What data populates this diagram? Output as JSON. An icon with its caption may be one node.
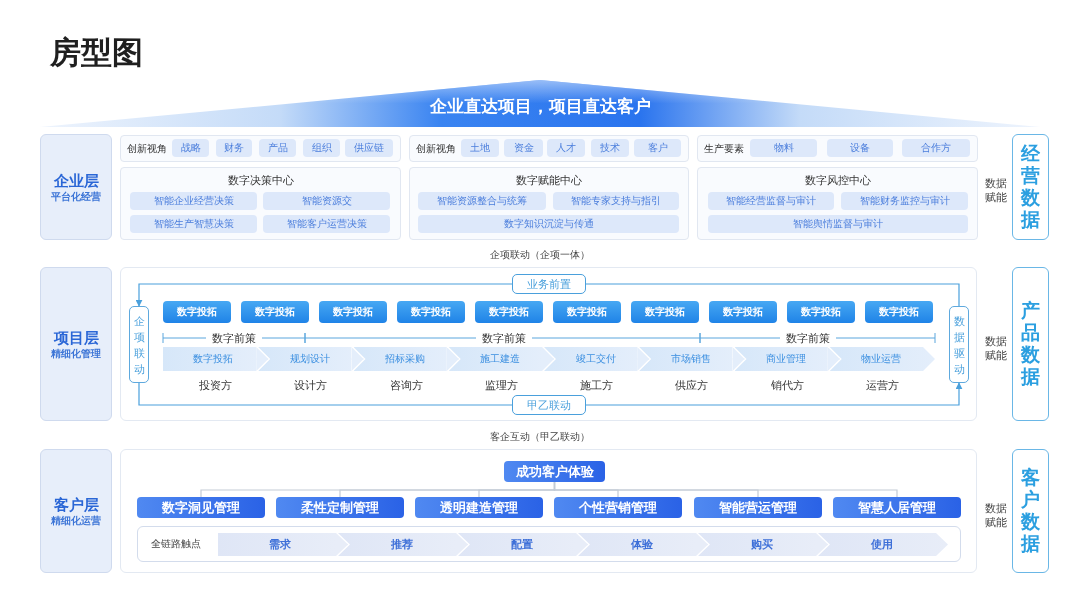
{
  "diagram": {
    "title": "房型图",
    "nodes": [
      {
        "text": [
          "企业直达项目，项目直达客户"
        ]
      },
      {
        "text": [
          "企业层",
          "平台化经营"
        ]
      },
      {
        "text": [
          "创新视角"
        ]
      },
      {
        "text": [
          "战略"
        ],
        "in": 2
      },
      {
        "text": [
          "财务"
        ],
        "in": 2
      },
      {
        "text": [
          "产品"
        ],
        "in": 2
      },
      {
        "text": [
          "组织"
        ],
        "in": 2
      },
      {
        "text": [
          "供应链"
        ],
        "in": 2
      },
      {
        "text": [
          "创新视角"
        ]
      },
      {
        "text": [
          "土地"
        ],
        "in": 8
      },
      {
        "text": [
          "资金"
        ],
        "in": 8
      },
      {
        "text": [
          "人才"
        ],
        "in": 8
      },
      {
        "text": [
          "技术"
        ],
        "in": 8
      },
      {
        "text": [
          "客户"
        ],
        "in": 8
      },
      {
        "text": [
          "生产要素"
        ]
      },
      {
        "text": [
          "物料"
        ],
        "in": 14
      },
      {
        "text": [
          "设备"
        ],
        "in": 14
      },
      {
        "text": [
          "合作方"
        ],
        "in": 14
      },
      {
        "text": [
          "数字决策中心"
        ]
      },
      {
        "text": [
          "智能企业经营决策"
        ],
        "in": 18
      },
      {
        "text": [
          "智能资源交"
        ],
        "in": 18
      },
      {
        "text": [
          "智能生产智慧决策"
        ],
        "in": 18
      },
      {
        "text": [
          "智能客户运营决策"
        ],
        "in": 18
      },
      {
        "text": [
          "数字赋能中心"
        ]
      },
      {
        "text": [
          "智能资源整合与统筹"
        ],
        "in": 23
      },
      {
        "text": [
          "智能专家支持与指引"
        ],
        "in": 23
      },
      {
        "text": [
          "数字知识沉淀与传通"
        ],
        "in": 23
      },
      {
        "text": [
          "数字风控中心"
        ]
      },
      {
        "text": [
          "智能经营监督与审计"
        ],
        "in": 27
      },
      {
        "text": [
          "智能财务监控与审计"
        ],
        "in": 27
      },
      {
        "text": [
          "智能舆情监督与审计"
        ],
        "in": 27
      },
      {
        "text": [
          "经营数据"
        ]
      },
      {
        "text": [
          "项目层",
          "精细化管理"
        ]
      },
      {
        "text": [
          "企项联动"
        ]
      },
      {
        "text": [
          "数字投拓"
        ]
      },
      {
        "text": [
          "数字投拓"
        ]
      },
      {
        "text": [
          "数字投拓"
        ]
      },
      {
        "text": [
          "数字投拓"
        ]
      },
      {
        "text": [
          "数字投拓"
        ]
      },
      {
        "text": [
          "数字投拓"
        ]
      },
      {
        "text": [
          "数字投拓"
        ]
      },
      {
        "text": [
          "数字投拓"
        ]
      },
      {
        "text": [
          "数字投拓"
        ]
      },
      {
        "text": [
          "数字投拓"
        ]
      },
      {
        "text": [
          "数据驱动"
        ]
      },
      {
        "text": [
          "数字投拓"
        ],
        "beside": [
          "投资方"
        ]
      },
      {
        "text": [
          "规划设计"
        ],
        "beside": [
          "设计方"
        ]
      },
      {
        "text": [
          "招标采购"
        ],
        "beside": [
          "咨询方"
        ]
      },
      {
        "text": [
          "施工建造"
        ],
        "beside": [
          "监理方"
        ]
      },
      {
        "text": [
          "竣工交付"
        ],
        "beside": [
          "施工方"
        ]
      },
      {
        "text": [
          "市场销售"
        ],
        "beside": [
          "供应方"
        ]
      },
      {
        "text": [
          "商业管理"
        ],
        "beside": [
          "销代方"
        ]
      },
      {
        "text": [
          "物业运营"
        ],
        "beside": [
          "运营方"
        ]
      },
      {
        "text": [
          "产品数据"
        ]
      },
      {
        "text": [
          "客户层",
          "精细化运营"
        ]
      },
      {
        "text": [
          "成功客户体验"
        ]
      },
      {
        "text": [
          "数字洞见管理"
        ]
      },
      {
        "text": [
          "柔性定制管理"
        ]
      },
      {
        "text": [
          "透明建造管理"
        ]
      },
      {
        "text": [
          "个性营销管理"
        ]
      },
      {
        "text": [
          "智能营运管理"
        ]
      },
      {
        "text": [
          "智慧人居管理"
        ]
      },
      {
        "text": [
          "全链路触点"
        ]
      },
      {
        "text": [
          "需求"
        ],
        "in": 62
      },
      {
        "text": [
          "推荐"
        ],
        "in": 62
      },
      {
        "text": [
          "配置"
        ],
        "in": 62
      },
      {
        "text": [
          "体验"
        ],
        "in": 62
      },
      {
        "text": [
          "购买"
        ],
        "in": 62
      },
      {
        "text": [
          "使用"
        ],
        "in": 62
      },
      {
        "text": [
          "客户数据"
        ]
      }
    ],
    "edges": [
      {
        "from": 44,
        "to": 33,
        "arrow": "to",
        "label": "业务前置",
        "color": "#4aa0dc"
      },
      {
        "from": 33,
        "to": 44,
        "arrow": "to",
        "label": "甲乙联动",
        "color": "#4aa0dc"
      },
      {
        "from": 55,
        "to": 56,
        "arrow": "none",
        "color": "#c3cbd6"
      },
      {
        "from": 55,
        "to": 57,
        "arrow": "none",
        "color": "#c3cbd6"
      },
      {
        "from": 55,
        "to": 58,
        "arrow": "none",
        "color": "#c3cbd6"
      },
      {
        "from": 55,
        "to": 59,
        "arrow": "none",
        "color": "#c3cbd6"
      },
      {
        "from": 55,
        "to": 60,
        "arrow": "none",
        "color": "#c3cbd6"
      },
      {
        "from": 55,
        "to": 61,
        "arrow": "none",
        "color": "#c3cbd6"
      },
      {
        "from": 45,
        "to": 46,
        "arrow": "to"
      },
      {
        "from": 46,
        "to": 47,
        "arrow": "to"
      },
      {
        "from": 47,
        "to": 48,
        "arrow": "to"
      },
      {
        "from": 48,
        "to": 49,
        "arrow": "to"
      },
      {
        "from": 49,
        "to": 50,
        "arrow": "to"
      },
      {
        "from": 50,
        "to": 51,
        "arrow": "to"
      },
      {
        "from": 51,
        "to": 52,
        "arrow": "to"
      },
      {
        "from": 63,
        "to": 64,
        "arrow": "to",
        "color": "#e8edf8"
      },
      {
        "from": 64,
        "to": 65,
        "arrow": "to",
        "color": "#e8edf8"
      },
      {
        "from": 65,
        "to": 66,
        "arrow": "to",
        "color": "#e8edf8"
      },
      {
        "from": 66,
        "to": 67,
        "arrow": "to",
        "color": "#e8edf8"
      },
      {
        "from": 67,
        "to": 68,
        "arrow": "to",
        "color": "#e8edf8"
      }
    ],
    "labels": [
      "数据赋能",
      "企项联动（企项一体）",
      "数字前策",
      "数字前策",
      "数字前策",
      "数据赋能",
      "客企互动（甲乙联动）",
      "数据赋能"
    ]
  }
}
